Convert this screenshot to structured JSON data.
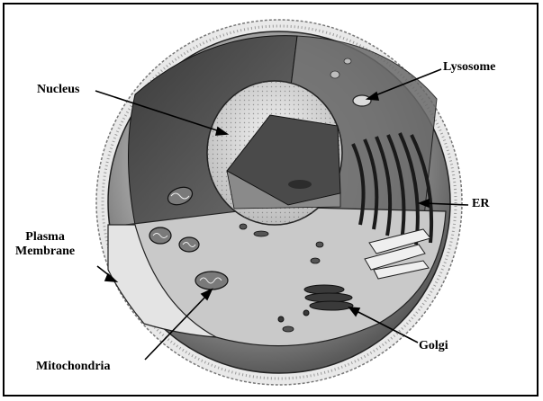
{
  "labels": {
    "nucleus": "Nucleus",
    "lysosome": "Lysosome",
    "er": "ER",
    "plasma_line1": "Plasma",
    "plasma_line2": "Membrane",
    "golgi": "Golgi",
    "mitochondria": "Mitochondria"
  },
  "colors": {
    "ink": "#000000",
    "background": "#ffffff",
    "shade_dark": "#3a3a3a",
    "shade_mid": "#8c8c8c",
    "shade_light": "#d8d8d8"
  }
}
